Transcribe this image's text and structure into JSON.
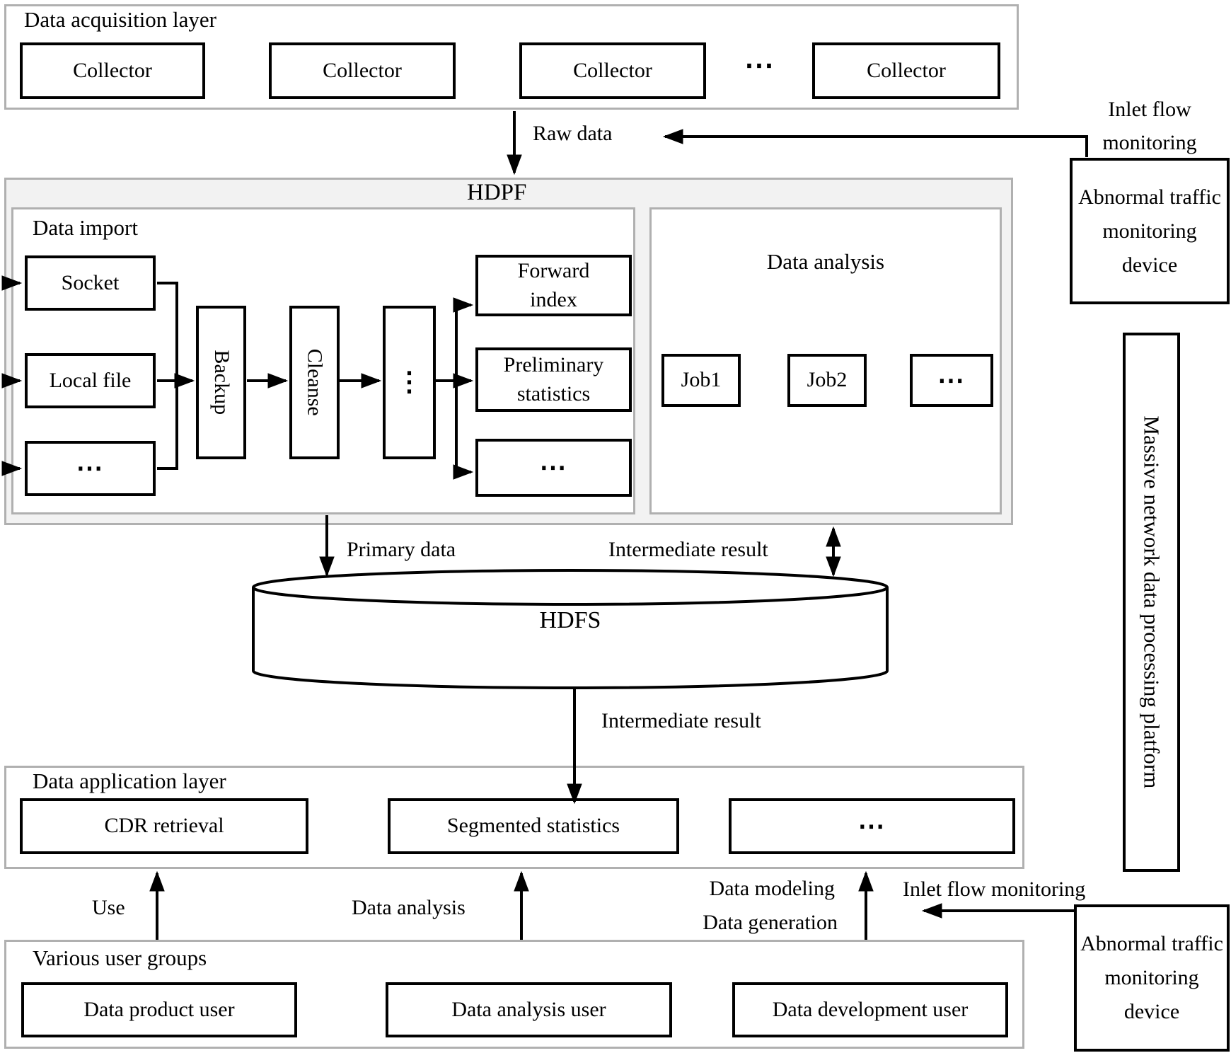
{
  "acquisition": {
    "title": "Data acquisition layer",
    "collectors": [
      "Collector",
      "Collector",
      "Collector",
      "Collector"
    ],
    "dots": "⋯"
  },
  "hdpf": {
    "title": "HDPF",
    "data_import": {
      "title": "Data import",
      "sources": [
        "Socket",
        "Local file",
        "⋯"
      ],
      "stage_backup": "Backup",
      "stage_cleanse": "Cleanse",
      "stage_dots": "⋮",
      "outputs": [
        "Forward index",
        "Preliminary statistics",
        "⋯"
      ]
    },
    "data_analysis": {
      "title": "Data analysis",
      "jobs": [
        "Job1",
        "Job2",
        "⋯"
      ]
    }
  },
  "hdfs": {
    "label": "HDFS"
  },
  "application": {
    "title": "Data application layer",
    "items": [
      "CDR retrieval",
      "Segmented statistics",
      "⋯"
    ]
  },
  "users": {
    "title": "Various user groups",
    "items": [
      "Data product user",
      "Data analysis user",
      "Data development user"
    ]
  },
  "monitoring": {
    "inlet_flow_top": "Inlet flow monitoring",
    "inlet_flow_bottom": "Inlet flow monitoring",
    "device_top": "Abnormal traffic monitoring device",
    "device_bottom": "Abnormal traffic monitoring device",
    "platform": "Massive network data processing platform"
  },
  "flow_labels": {
    "raw_data": "Raw data",
    "primary_data": "Primary data",
    "intermediate_result_top": "Intermediate result",
    "intermediate_result_bottom": "Intermediate result",
    "use": "Use",
    "data_analysis": "Data analysis",
    "data_modeling": "Data modeling",
    "data_generation": "Data generation"
  },
  "colors": {
    "line": "#000000",
    "container_border": "#b0b0b0",
    "hdpf_fill": "#f2f2f2"
  }
}
